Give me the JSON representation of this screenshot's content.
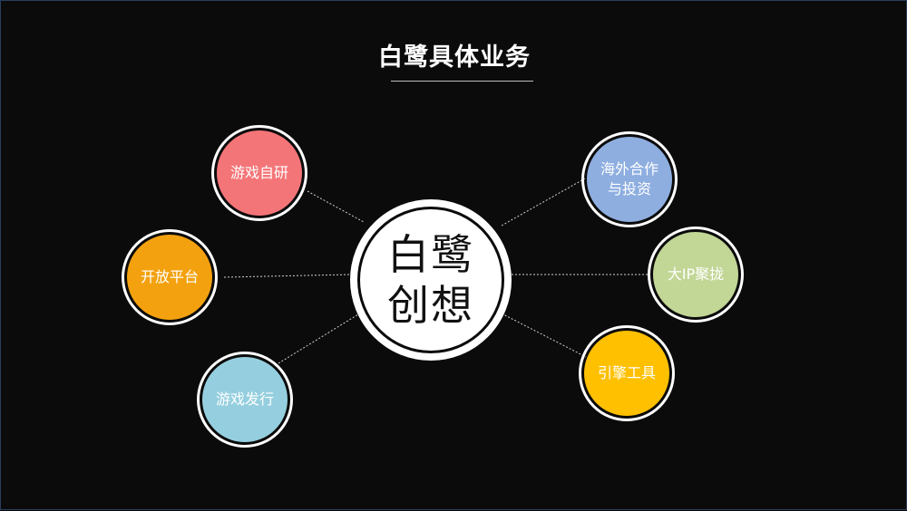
{
  "title": "白鹭具体业务",
  "center": {
    "line1": "白鹭",
    "line2": "创想"
  },
  "nodes": [
    {
      "id": "game-dev",
      "label": "游戏自研",
      "color": "#f47578"
    },
    {
      "id": "open-platform",
      "label": "开放平台",
      "color": "#f3a10f"
    },
    {
      "id": "game-publishing",
      "label": "游戏发行",
      "color": "#95cfdf"
    },
    {
      "id": "overseas",
      "label": "海外合作\n与投资",
      "color": "#8eaee0"
    },
    {
      "id": "big-ip",
      "label": "大IP聚拢",
      "color": "#c2d696"
    },
    {
      "id": "engine-tools",
      "label": "引擎工具",
      "color": "#ffc000"
    }
  ]
}
